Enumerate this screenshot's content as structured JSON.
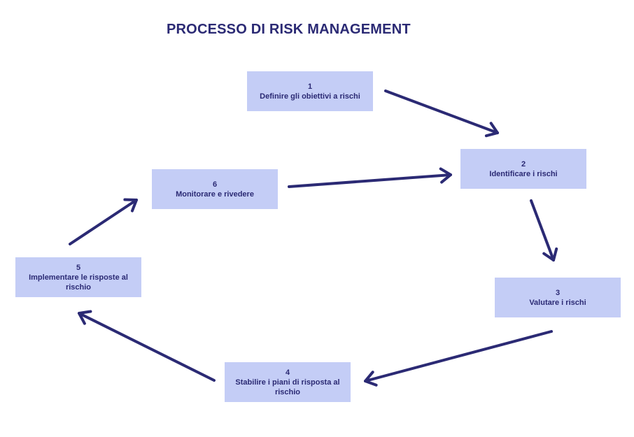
{
  "title": "PROCESSO DI RISK MANAGEMENT",
  "accent_color": "#2b2a74",
  "box_color": "#c4cdf6",
  "steps": [
    {
      "number": "1",
      "label": "Definire gli obiettivi a rischi"
    },
    {
      "number": "2",
      "label": "Identificare i rischi"
    },
    {
      "number": "3",
      "label": "Valutare i rischi"
    },
    {
      "number": "4",
      "label": "Stabilire i piani di risposta al rischio"
    },
    {
      "number": "5",
      "label": "Implementare le risposte al rischio"
    },
    {
      "number": "6",
      "label": "Monitorare e rivedere"
    }
  ],
  "connections": [
    {
      "from": "1",
      "to": "2"
    },
    {
      "from": "2",
      "to": "3"
    },
    {
      "from": "3",
      "to": "4"
    },
    {
      "from": "4",
      "to": "5"
    },
    {
      "from": "5",
      "to": "6"
    },
    {
      "from": "6",
      "to": "2"
    }
  ]
}
